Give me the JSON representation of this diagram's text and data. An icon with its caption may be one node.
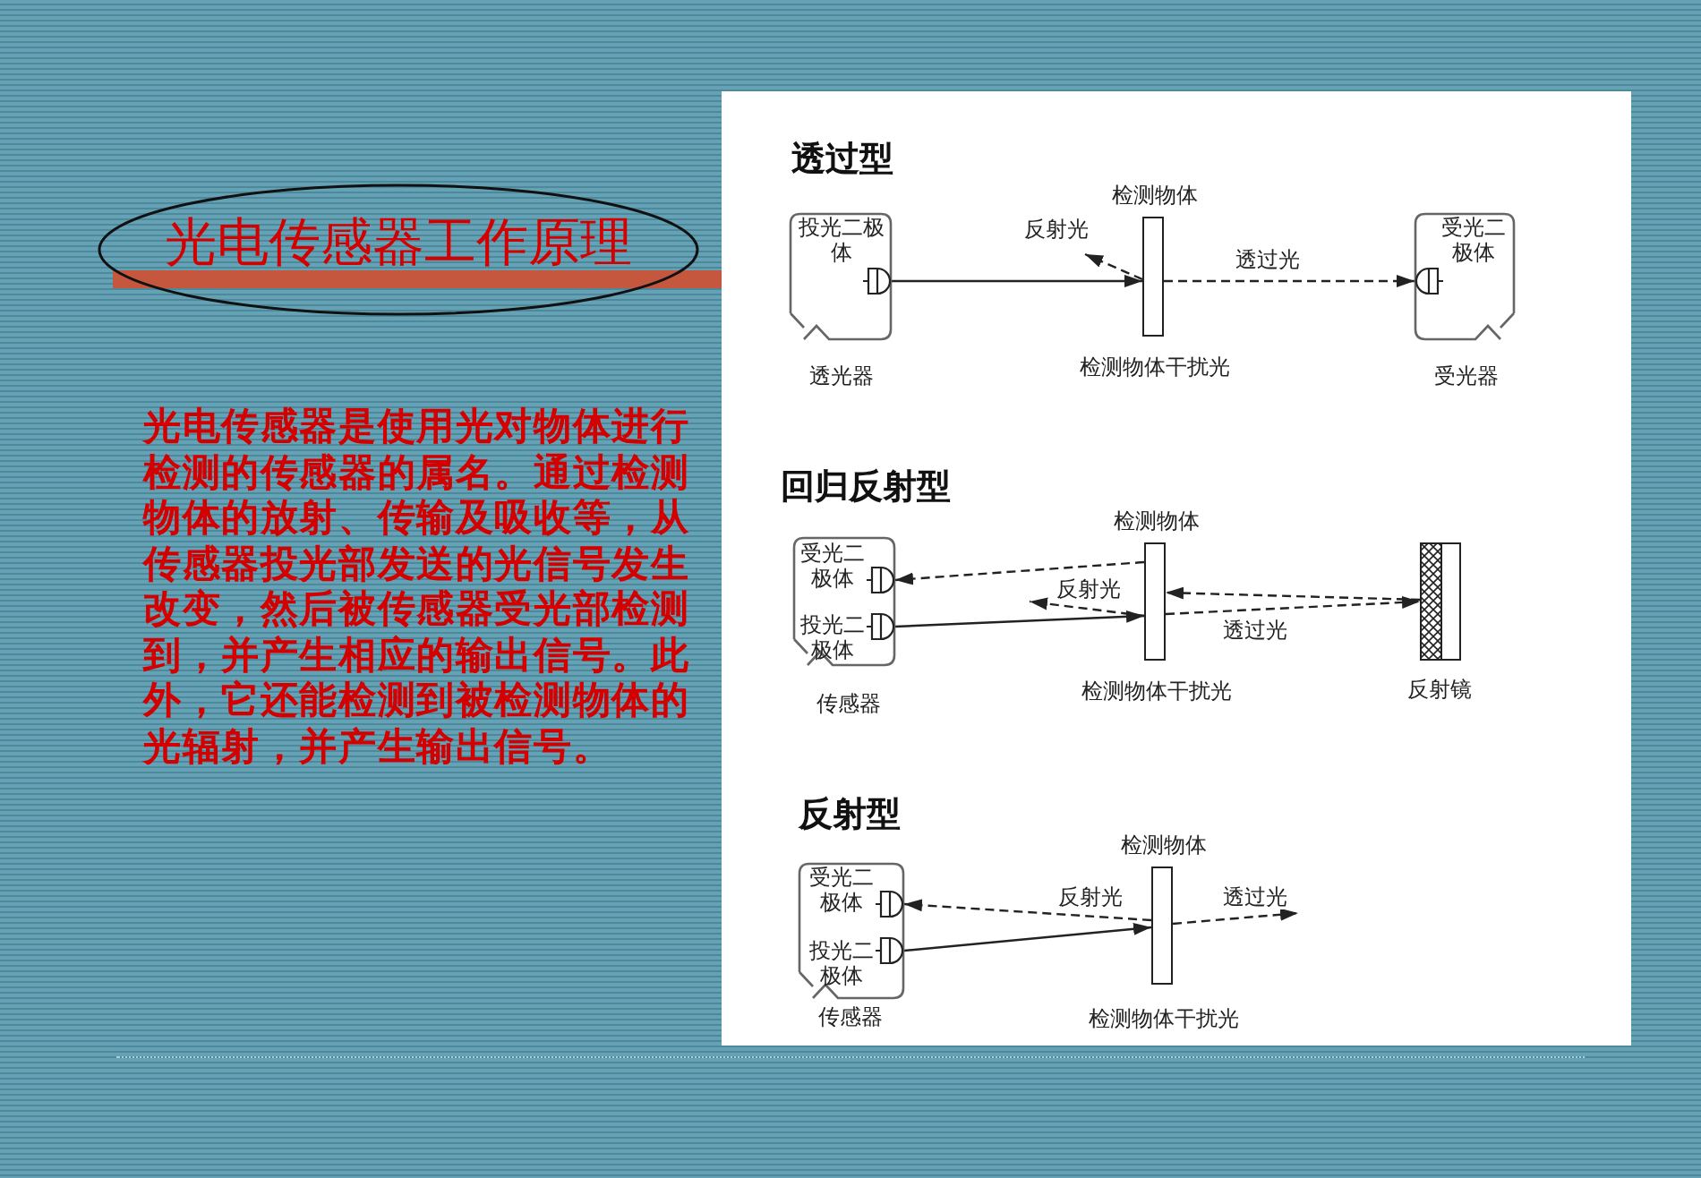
{
  "diagram": {
    "title": "光电传感器工作原理",
    "nodes": [
      {
        "text": [
          "投光二极体"
        ],
        "beside": [
          "透光器"
        ]
      },
      {
        "text": [
          "检测物体"
        ],
        "beside": [
          "检测物体干扰光"
        ]
      },
      {
        "text": [
          "受光二极体"
        ],
        "beside": [
          "受光器"
        ]
      },
      {
        "text": [
          "受光二极体",
          "投光二极体"
        ],
        "beside": [
          "传感器"
        ]
      },
      {
        "text": [
          "检测物体"
        ],
        "beside": [
          "检测物体干扰光"
        ]
      },
      {
        "text": [],
        "shape": "bar",
        "beside": [
          "反射镜"
        ]
      },
      {
        "text": [
          "受光二极体",
          "投光二极体"
        ],
        "beside": [
          "传感器"
        ]
      },
      {
        "text": [
          "检测物体"
        ],
        "beside": [
          "检测物体干扰光"
        ]
      }
    ],
    "edges": [
      {
        "from": 0,
        "to": 1,
        "arrow": "to"
      },
      {
        "from": 1,
        "to": null,
        "arrow": "to",
        "label": "反射光",
        "style": "dashed"
      },
      {
        "from": 1,
        "to": 2,
        "arrow": "to",
        "label": "透过光",
        "style": "dashed"
      },
      {
        "from": 3,
        "to": 4,
        "arrow": "to"
      },
      {
        "from": 4,
        "to": 3,
        "arrow": "to",
        "style": "dashed"
      },
      {
        "from": 4,
        "to": null,
        "arrow": "to",
        "label": "反射光",
        "style": "dashed"
      },
      {
        "from": 4,
        "to": 5,
        "arrow": "to",
        "label": "透过光",
        "style": "dashed"
      },
      {
        "from": 5,
        "to": 4,
        "arrow": "to",
        "style": "dashed"
      },
      {
        "from": 6,
        "to": 7,
        "arrow": "to"
      },
      {
        "from": 7,
        "to": 6,
        "arrow": "to",
        "label": "反射光",
        "style": "dashed"
      },
      {
        "from": 7,
        "to": null,
        "arrow": "to",
        "label": "透过光",
        "style": "dashed"
      }
    ],
    "labels": [
      "光电传感器是使用光对物体进行检测的传感器的属名。通过检测物体的放射、传输及吸收等，从传感器投光部发送的光信号发生改变，然后被传感器受光部检测到，并产生相应的输出信号。此外，它还能检测到被检测物体的光辐射，并产生输出信号。",
      "透过型",
      "回归反射型",
      "反射型"
    ]
  }
}
